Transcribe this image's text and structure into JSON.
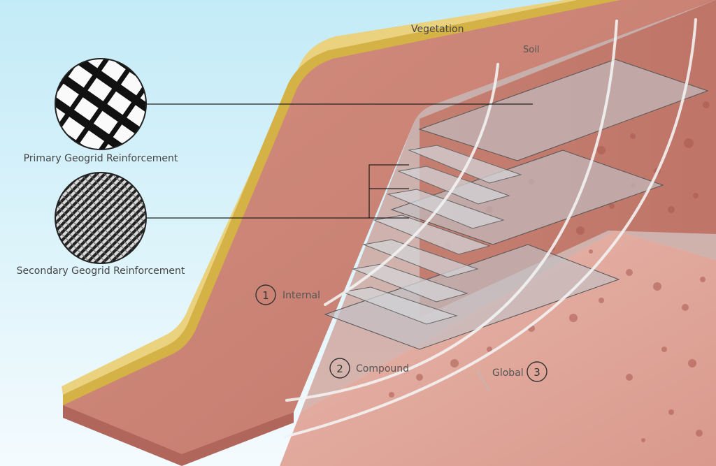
{
  "layers": {
    "vegetation": "Vegetation",
    "soil": "Soil"
  },
  "reinforcement": {
    "primary": "Primary Geogrid Reinforcement",
    "secondary": "Secondary Geogrid Reinforcement"
  },
  "failure_modes": [
    {
      "number": "1",
      "label": "Internal"
    },
    {
      "number": "2",
      "label": "Compound"
    },
    {
      "number": "3",
      "label": "Global"
    }
  ],
  "colors": {
    "sky_top": "#c3ebf7",
    "sky_bottom": "#f4fbfe",
    "vegetation": "#ead27e",
    "vegetation_edge": "#d4b246",
    "soil": "#c97f70",
    "soil_dark": "#a86257",
    "geogrid": "#b9b9bd"
  }
}
